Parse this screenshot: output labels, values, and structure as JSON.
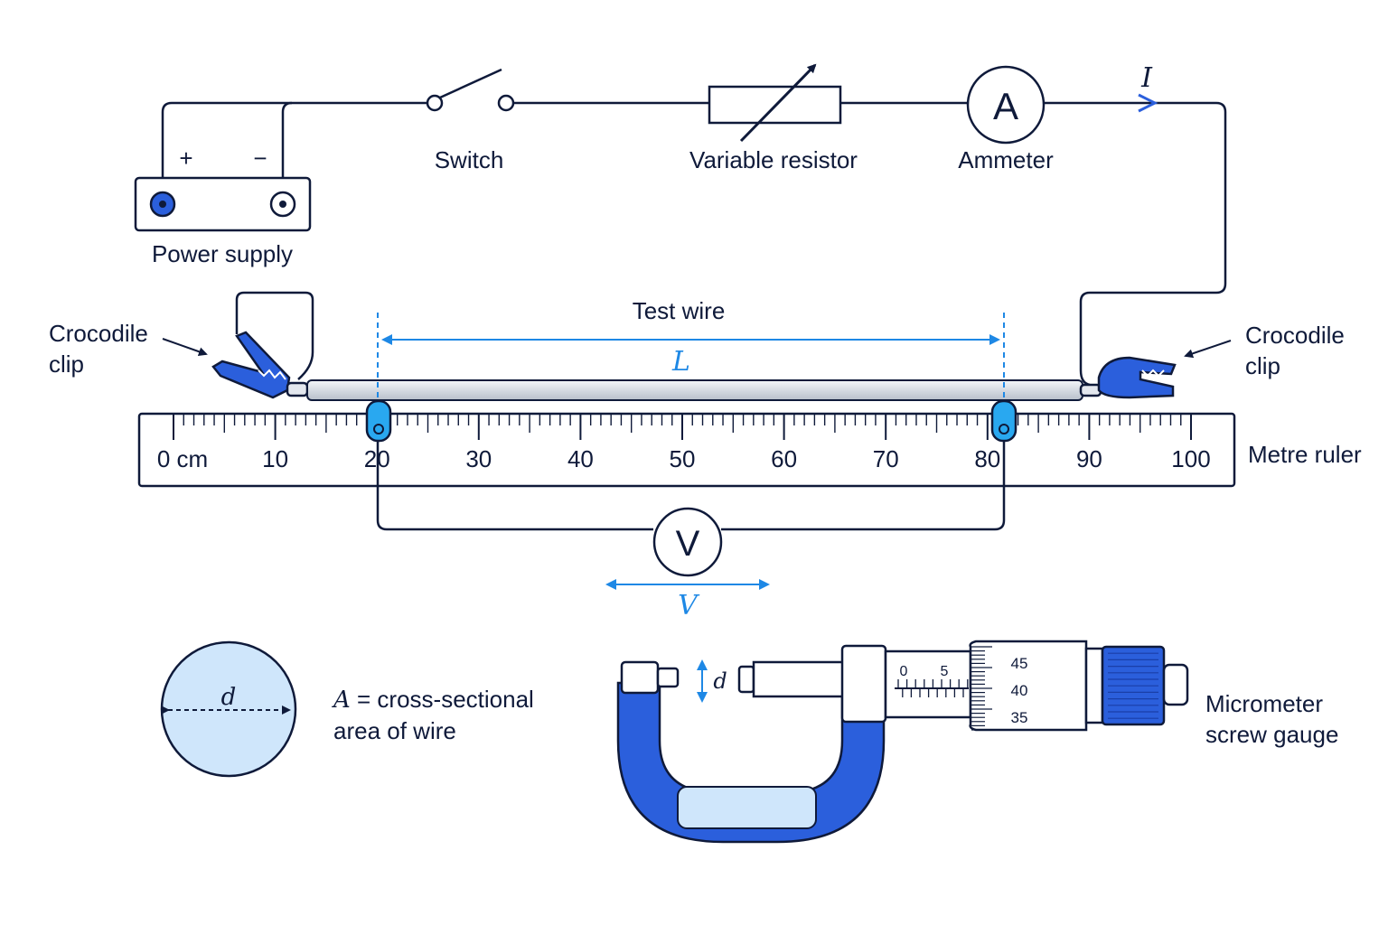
{
  "colors": {
    "ink": "#0f1a3a",
    "accent_blue": "#2b5fdc",
    "dimension_blue": "#1e88e5",
    "light_blue": "#cfe6fb",
    "probe_blue": "#29a8f0"
  },
  "circuit": {
    "power_supply_label": "Power supply",
    "plus_sign": "+",
    "minus_sign": "−",
    "switch_label": "Switch",
    "variable_resistor_label": "Variable resistor",
    "ammeter_symbol": "A",
    "ammeter_label": "Ammeter",
    "current_symbol": "I",
    "voltmeter_symbol": "V",
    "voltage_symbol": "V"
  },
  "wire": {
    "test_wire_label": "Test wire",
    "length_symbol": "L",
    "left_clip_label_line1": "Crocodile",
    "left_clip_label_line2": "clip",
    "right_clip_label_line1": "Crocodile",
    "right_clip_label_line2": "clip"
  },
  "ruler": {
    "label": "Metre ruler",
    "first_number": "0 cm",
    "numbers": [
      "10",
      "20",
      "30",
      "40",
      "50",
      "60",
      "70",
      "80",
      "90",
      "100"
    ],
    "probe_positions_cm": [
      20,
      80
    ]
  },
  "cross_section": {
    "diameter_symbol": "d",
    "area_symbol": "A",
    "area_text_line1": " = cross-sectional",
    "area_text_line2": "area of wire"
  },
  "micrometer": {
    "label_line1": "Micrometer",
    "label_line2": "screw gauge",
    "gap_symbol": "d",
    "sleeve_numbers": [
      "0",
      "5"
    ],
    "thimble_numbers": [
      "45",
      "40",
      "35"
    ]
  }
}
